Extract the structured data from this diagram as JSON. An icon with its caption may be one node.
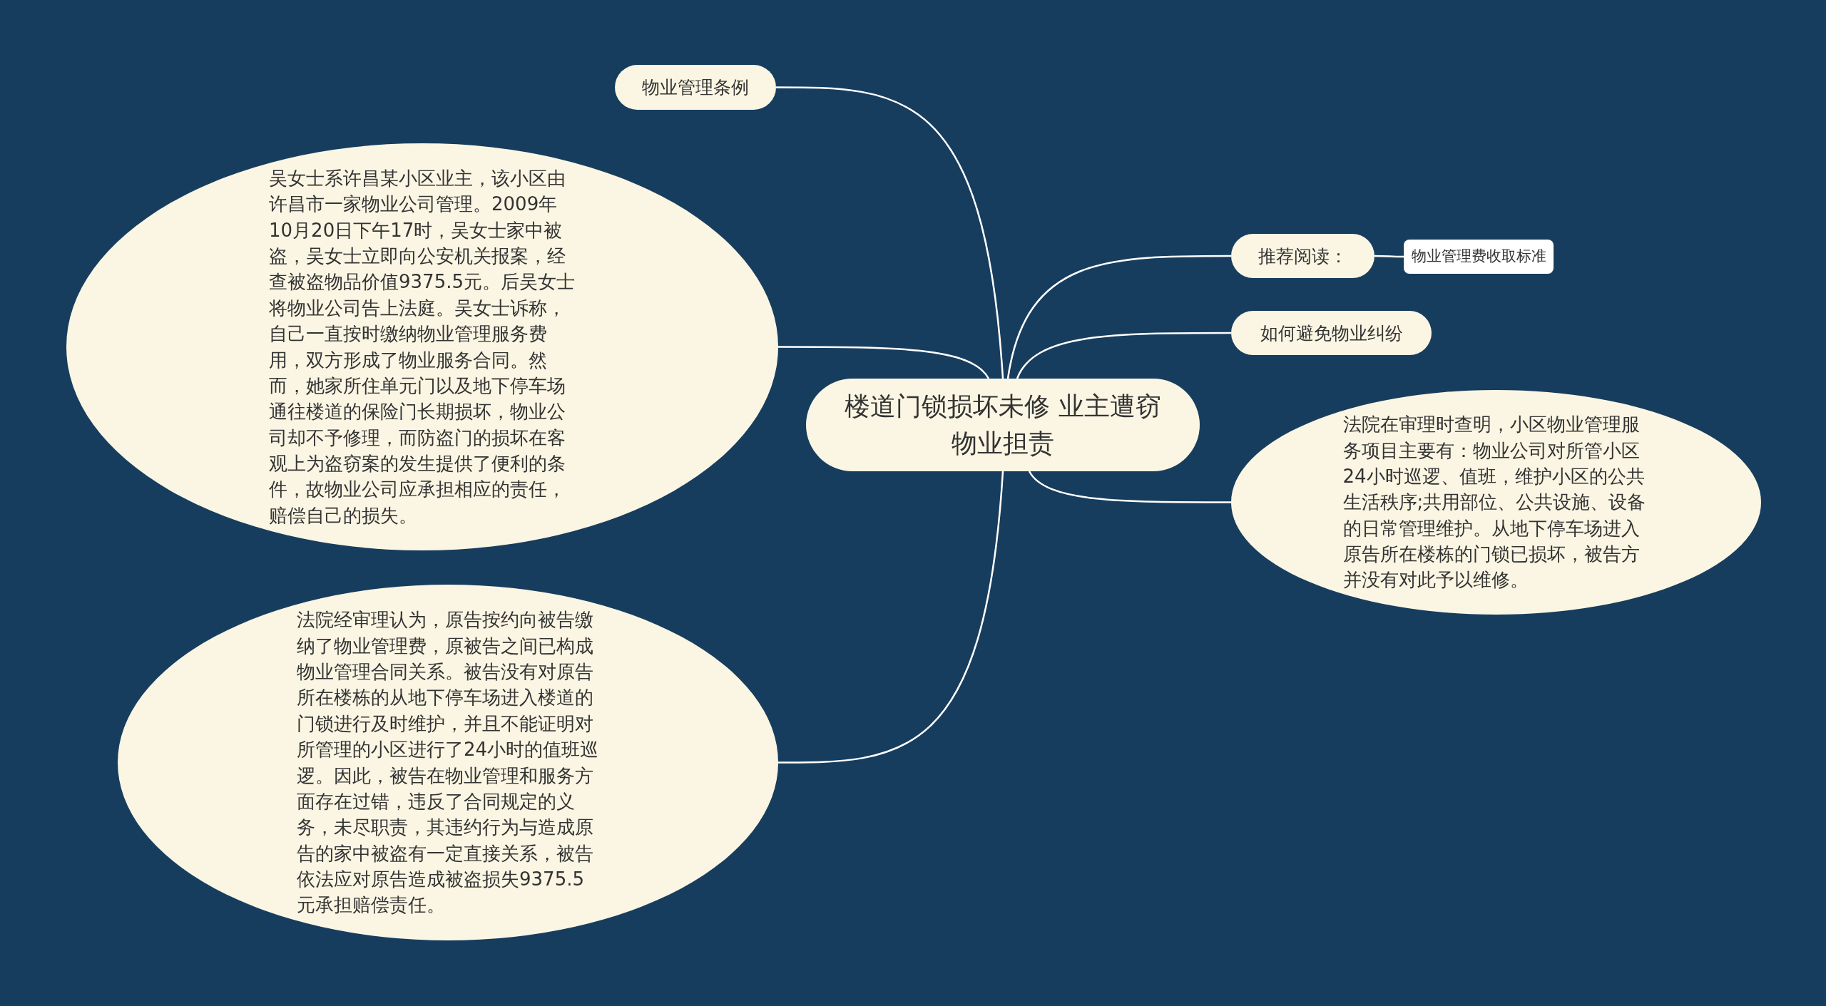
{
  "diagram": {
    "nodes": [
      {
        "text": [
          "楼道门锁损坏未修 业主遭窃物业担责"
        ]
      },
      {
        "text": [
          "物业管理条例"
        ]
      },
      {
        "text": [
          "吴女士系许昌某小区业主，该小区由许昌市一家物业公司管理。2009年10月20日下午17时，吴女士家中被盗，吴女士立即向公安机关报案，经查被盗物品价值9375.5元。后吴女士将物业公司告上法庭。吴女士诉称，自己一直按时缴纳物业管理服务费用，双方形成了物业服务合同。然而，她家所住单元门以及地下停车场通往楼道的保险门长期损坏，物业公司却不予修理，而防盗门的损坏在客观上为盗窃案的发生提供了便利的条件，故物业公司应承担相应的责任，赔偿自己的损失。"
        ]
      },
      {
        "text": [
          "法院经审理认为，原告按约向被告缴纳了物业管理费，原被告之间已构成物业管理合同关系。被告没有对原告所在楼栋的从地下停车场进入楼道的门锁进行及时维护，并且不能证明对所管理的小区进行了24小时的值班巡逻。因此，被告在物业管理和服务方面存在过错，违反了合同规定的义务，未尽职责，其违约行为与造成原告的家中被盗有一定直接关系，被告依法应对原告造成被盗损失9375.5元承担赔偿责任。"
        ]
      },
      {
        "text": [
          "推荐阅读："
        ]
      },
      {
        "text": [
          "物业管理费收取标准"
        ]
      },
      {
        "text": [
          "如何避免物业纠纷"
        ]
      },
      {
        "text": [
          "法院在审理时查明，小区物业管理服务项目主要有：物业公司对所管小区24小时巡逻、值班，维护小区的公共生活秩序;共用部位、公共设施、设备的日常管理维护。从地下停车场进入原告所在楼栋的门锁已损坏，被告方并没有对此予以维修。"
        ]
      }
    ],
    "edges": [
      {
        "from": 0,
        "to": 1,
        "arrow": "none"
      },
      {
        "from": 0,
        "to": 2,
        "arrow": "none"
      },
      {
        "from": 0,
        "to": 3,
        "arrow": "none"
      },
      {
        "from": 0,
        "to": 4,
        "arrow": "none"
      },
      {
        "from": 0,
        "to": 6,
        "arrow": "none"
      },
      {
        "from": 0,
        "to": 7,
        "arrow": "none"
      },
      {
        "from": 4,
        "to": 5,
        "arrow": "none"
      }
    ]
  }
}
